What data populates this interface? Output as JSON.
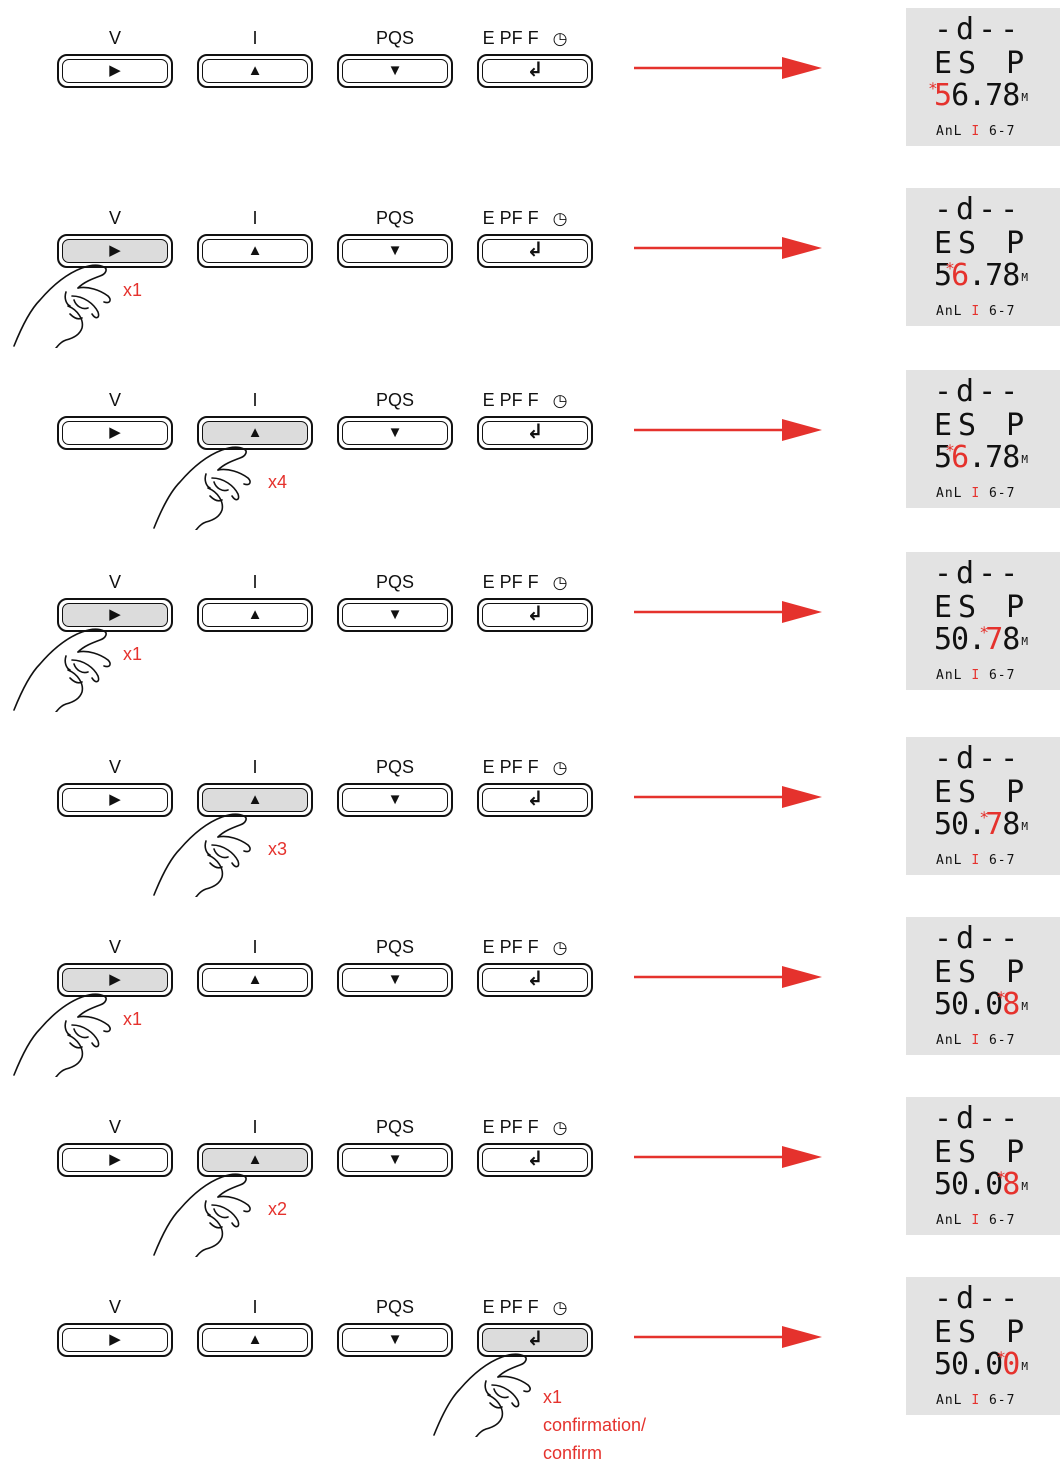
{
  "button_labels": {
    "v": "V",
    "i": "I",
    "pqs": "PQS",
    "epff": "E PF F"
  },
  "display": {
    "line1": "-d--",
    "line2": "ES P",
    "unit": "M",
    "footer_left": "AnL",
    "footer_sep": "I",
    "footer_right": "6-7"
  },
  "steps": [
    {
      "pressed": "none",
      "count": "",
      "value_pre": "",
      "value_blink": "5",
      "value_post": "6.78"
    },
    {
      "pressed": "v",
      "count": "x1",
      "value_pre": "5",
      "value_blink": "6",
      "value_post": ".78"
    },
    {
      "pressed": "i",
      "count": "x4",
      "value_pre": "5",
      "value_blink": "6",
      "value_post": ".78"
    },
    {
      "pressed": "v",
      "count": "x1",
      "value_pre": "50.",
      "value_blink": "7",
      "value_post": "8"
    },
    {
      "pressed": "i",
      "count": "x3",
      "value_pre": "50.",
      "value_blink": "7",
      "value_post": "8"
    },
    {
      "pressed": "v",
      "count": "x1",
      "value_pre": "50.0",
      "value_blink": "8",
      "value_post": ""
    },
    {
      "pressed": "i",
      "count": "x2",
      "value_pre": "50.0",
      "value_blink": "8",
      "value_post": ""
    },
    {
      "pressed": "epff",
      "count": "x1",
      "value_pre": "50.0",
      "value_blink": "0",
      "value_post": ""
    }
  ],
  "confirm_note": "confirmation/",
  "confirm_note2": "confirm"
}
